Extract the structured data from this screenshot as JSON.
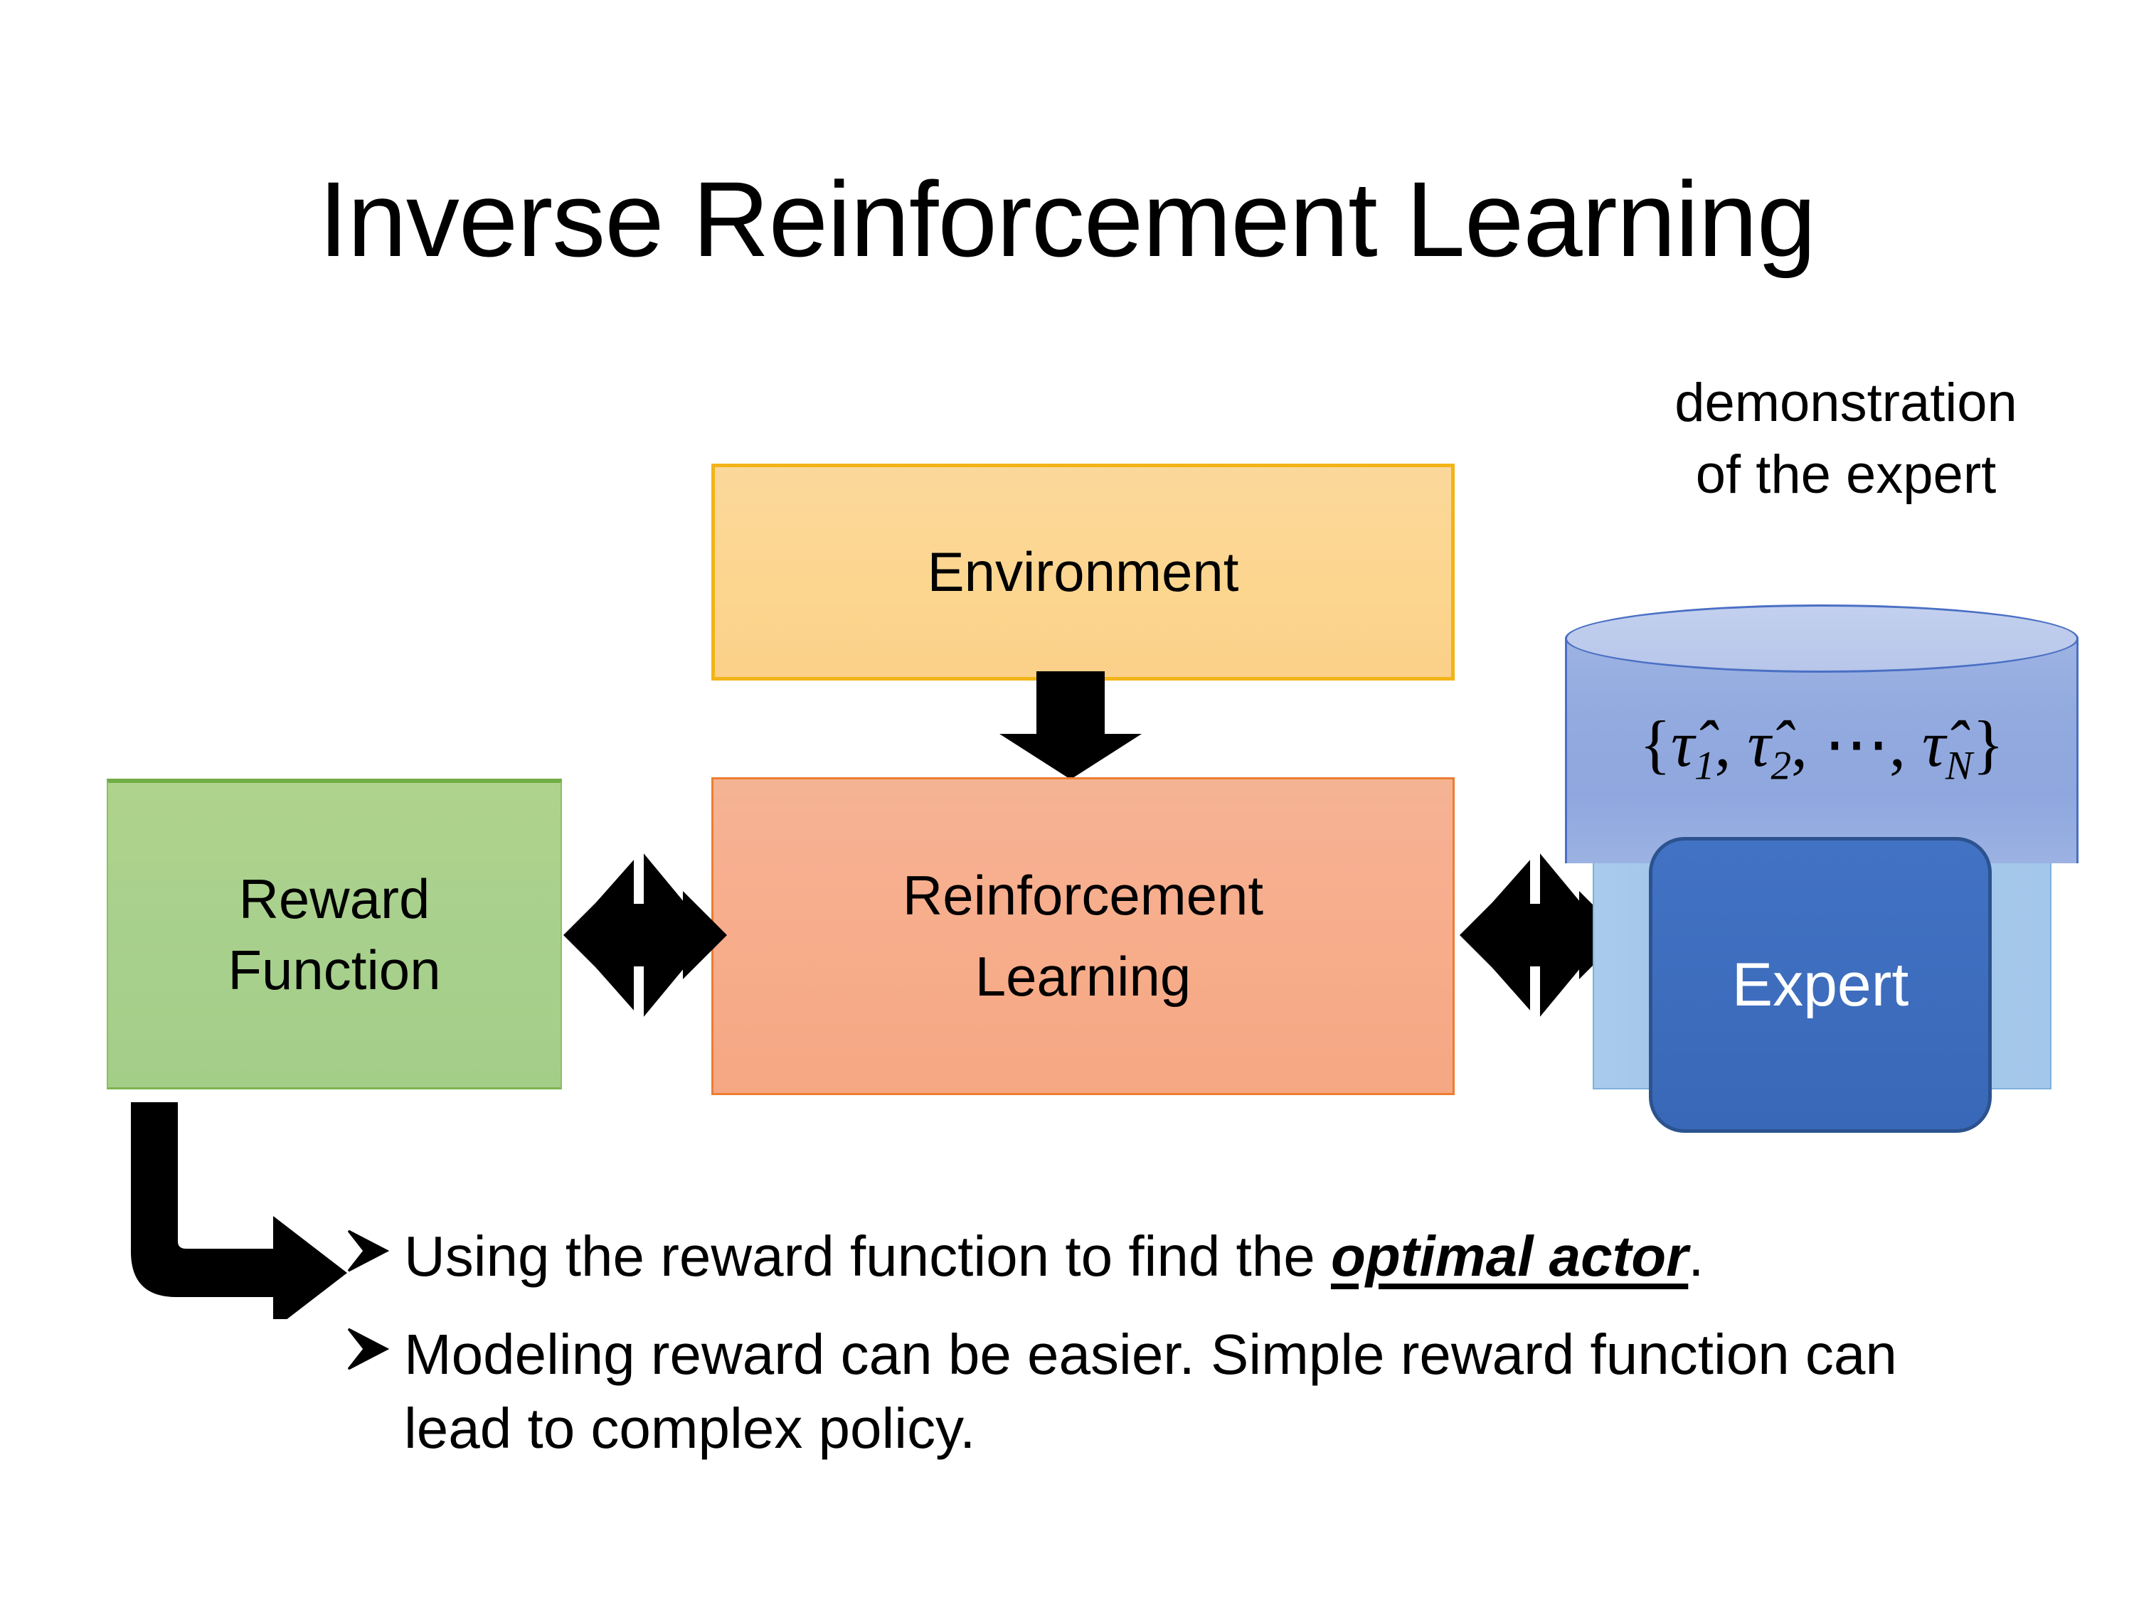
{
  "slide": {
    "title": "Inverse Reinforcement Learning"
  },
  "diagram": {
    "environment": {
      "label": "Environment",
      "fill_color": "#FCD68F",
      "border_color": "#F2B417"
    },
    "reward_function": {
      "label_line1": "Reward",
      "label_line2": "Function",
      "fill_color": "#A8D08D",
      "border_color": "#70AD47"
    },
    "reinforcement_learning": {
      "label_line1": "Reinforcement",
      "label_line2": "Learning",
      "fill_color": "#F7AE8D",
      "border_color": "#ED7D31"
    },
    "expert_panel": {
      "caption_line1": "demonstration",
      "caption_line2": "of the expert",
      "container_fill_color": "#A3C7EA",
      "cylinder_fill_color": "#93AADF",
      "cylinder_top_fill_color": "#BCCAEC",
      "cylinder_border_color": "#4A6FC4",
      "trajectory_set": {
        "open_brace": "{",
        "tau_1": "τ̂",
        "sub_1": "1",
        "comma_1": ", ",
        "tau_2": "τ̂",
        "sub_2": "2",
        "comma_2": ", ",
        "ellipsis": "⋯",
        "comma_3": ", ",
        "tau_n": "τ̂",
        "sub_n": "N",
        "close_brace": "}",
        "plain": "{τ̂1, τ̂2, ⋯, τ̂N}"
      },
      "expert": {
        "label": "Expert",
        "fill_color": "#3E6DBE",
        "border_color": "#2C538F",
        "text_color": "#FFFFFF"
      }
    },
    "connectors": {
      "env_to_rl": "down-arrow",
      "reward_to_rl": "quad-arrow",
      "rl_to_expert": "quad-arrow",
      "reward_to_bullets": "elbow-arrow",
      "arrow_color": "#000000"
    }
  },
  "bullets": [
    {
      "marker": "➢",
      "text_before": "Using the reward function to find the ",
      "emphasis": "optimal actor",
      "text_after": "."
    },
    {
      "marker": "➢",
      "text_before": "Modeling reward can be easier. Simple reward function can lead to complex policy.",
      "emphasis": "",
      "text_after": ""
    }
  ]
}
